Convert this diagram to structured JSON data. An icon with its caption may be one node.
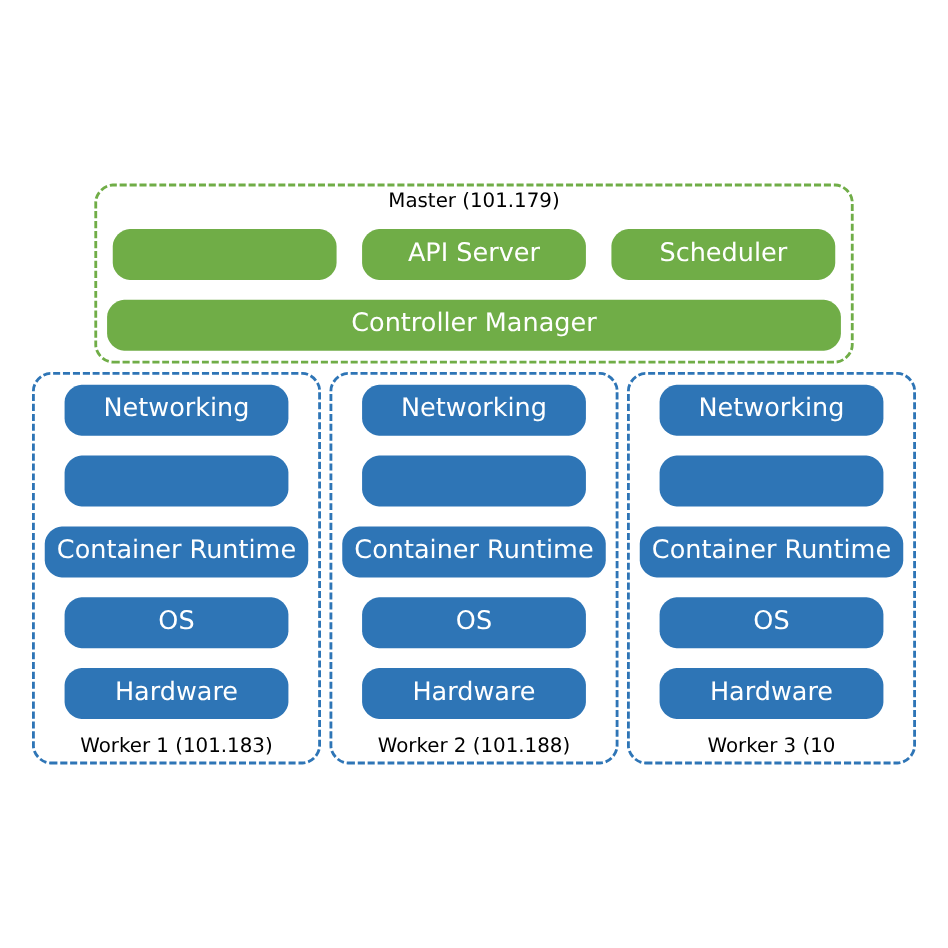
{
  "diagram": {
    "nodes": [
      {
        "text": [
          "Master (101.179)"
        ]
      },
      {
        "text": [],
        "shape": "box",
        "in": 0
      },
      {
        "text": [
          "API Server"
        ],
        "in": 0
      },
      {
        "text": [
          "Scheduler"
        ],
        "in": 0
      },
      {
        "text": [
          "Controller Manager"
        ],
        "in": 0
      },
      {
        "text": [
          "Worker 1 (101.183)"
        ]
      },
      {
        "text": [
          "Networking"
        ],
        "in": 5
      },
      {
        "text": [],
        "shape": "box",
        "in": 5
      },
      {
        "text": [
          "Container Runtime"
        ],
        "in": 5
      },
      {
        "text": [
          "OS"
        ],
        "in": 5
      },
      {
        "text": [
          "Hardware"
        ],
        "in": 5
      },
      {
        "text": [
          "Worker 2 (101.188)"
        ]
      },
      {
        "text": [
          "Networking"
        ],
        "in": 11
      },
      {
        "text": [],
        "shape": "box",
        "in": 11
      },
      {
        "text": [
          "Container Runtime"
        ],
        "in": 11
      },
      {
        "text": [
          "OS"
        ],
        "in": 11
      },
      {
        "text": [
          "Hardware"
        ],
        "in": 11
      },
      {
        "text": [
          "Worker 3 (10"
        ]
      },
      {
        "text": [
          "Networking"
        ],
        "in": 17
      },
      {
        "text": [],
        "shape": "box",
        "in": 17
      },
      {
        "text": [
          "Container Runtime"
        ],
        "in": 17
      },
      {
        "text": [
          "OS"
        ],
        "in": 17
      },
      {
        "text": [
          "Hardware"
        ],
        "in": 17
      }
    ],
    "edges": []
  }
}
